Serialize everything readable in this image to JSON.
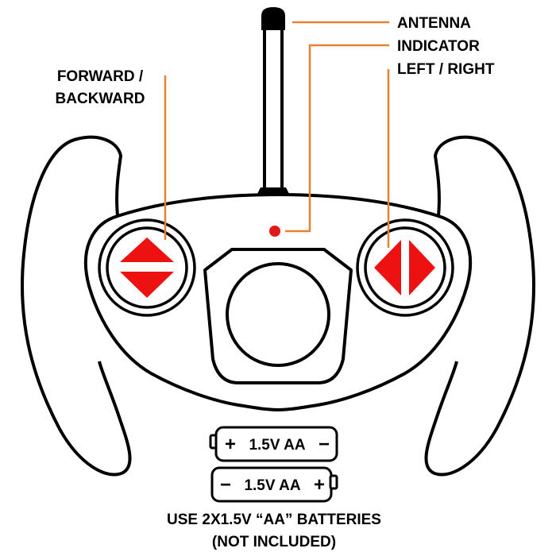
{
  "colors": {
    "leader_line": "#e8812f",
    "arrows": "#ee1111",
    "indicator_light": "#e01818",
    "outline": "#000000"
  },
  "labels": {
    "antenna": "ANTENNA",
    "indicator": "INDICATOR",
    "left_right": "LEFT / RIGHT",
    "forward_line1": "FORWARD /",
    "forward_line2": "BACKWARD"
  },
  "batteries": [
    {
      "text": "1.5V AA",
      "left_sign": "+",
      "right_sign": "−"
    },
    {
      "text": "1.5V AA",
      "left_sign": "−",
      "right_sign": "+"
    }
  ],
  "note": {
    "line1": "USE 2X1.5V “AA” BATTERIES",
    "line2": "(NOT INCLUDED)"
  },
  "icons": {
    "forward_backward": "up-down-arrows-icon",
    "left_right": "left-right-arrows-icon",
    "indicator": "led-dot-icon"
  }
}
